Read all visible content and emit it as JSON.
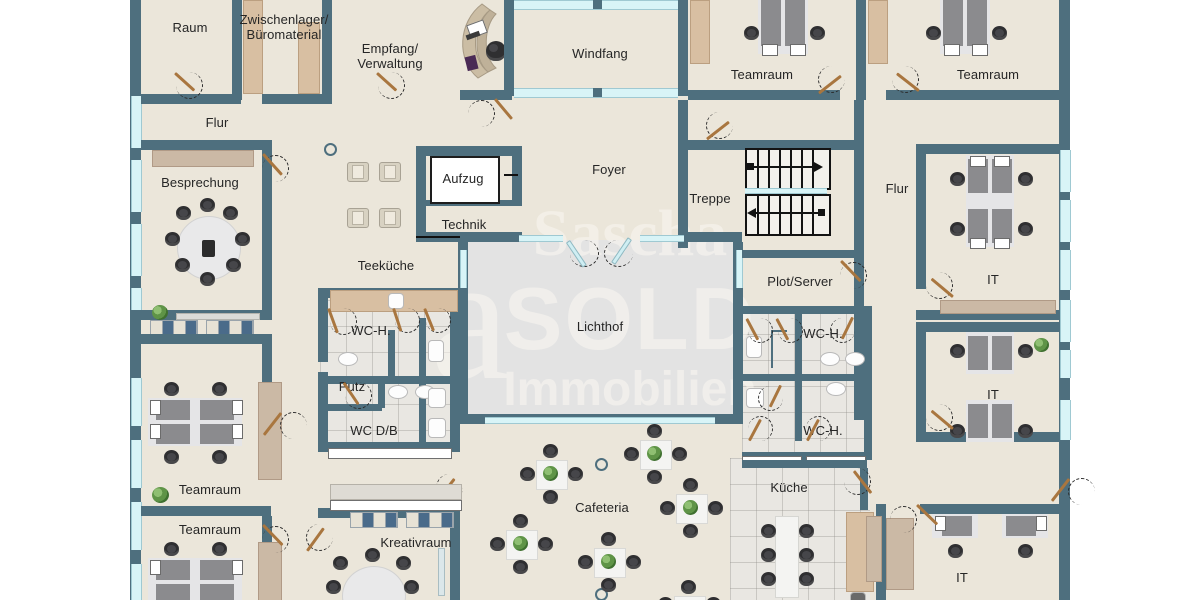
{
  "document": {
    "type": "floor-plan",
    "title": "Büro Grundriss",
    "watermark": {
      "line1": "Sascha",
      "line2": "SOLD",
      "line3": "Immobilien",
      "monogram": "a"
    }
  },
  "palette": {
    "wall": "#4e6f7e",
    "floor": "#ebe6da",
    "tile": "#e9e7e2",
    "courtyard": "#e3e3e3",
    "glass": "#d8f4f7",
    "door_leaf": "#a9763f",
    "chair": "#2f2f31",
    "cabinet": "#d8bfa2",
    "label_text": "#262626"
  },
  "rooms": [
    {
      "id": "raum",
      "label": "Raum"
    },
    {
      "id": "zwischenlager",
      "label": "Zwischenlager/\nBüromaterial"
    },
    {
      "id": "empfang",
      "label": "Empfang/\nVerwaltung"
    },
    {
      "id": "windfang",
      "label": "Windfang"
    },
    {
      "id": "teamraum-o1",
      "label": "Teamraum"
    },
    {
      "id": "teamraum-o2",
      "label": "Teamraum"
    },
    {
      "id": "flur-nord",
      "label": "Flur"
    },
    {
      "id": "besprechung",
      "label": "Besprechung"
    },
    {
      "id": "aufzug",
      "label": "Aufzug"
    },
    {
      "id": "technik",
      "label": "Technik"
    },
    {
      "id": "foyer",
      "label": "Foyer"
    },
    {
      "id": "treppe",
      "label": "Treppe"
    },
    {
      "id": "flur-ost",
      "label": "Flur"
    },
    {
      "id": "it-1",
      "label": "IT"
    },
    {
      "id": "teekueche",
      "label": "Teeküche"
    },
    {
      "id": "wc-h-west",
      "label": "WC-H."
    },
    {
      "id": "putz",
      "label": "Putz"
    },
    {
      "id": "wc-db",
      "label": "WC D/B"
    },
    {
      "id": "lichthof",
      "label": "Lichthof"
    },
    {
      "id": "plot-server",
      "label": "Plot/Server"
    },
    {
      "id": "wc-h-ost-1",
      "label": "WC-H."
    },
    {
      "id": "wc-h-ost-2",
      "label": "WC-H."
    },
    {
      "id": "it-2",
      "label": "IT"
    },
    {
      "id": "teamraum-w1",
      "label": "Teamraum"
    },
    {
      "id": "teamraum-w2",
      "label": "Teamraum"
    },
    {
      "id": "kreativraum",
      "label": "Kreativraum"
    },
    {
      "id": "cafeteria",
      "label": "Cafeteria"
    },
    {
      "id": "kueche",
      "label": "Küche"
    },
    {
      "id": "it-3",
      "label": "IT"
    }
  ],
  "labels": {
    "raum": "Raum",
    "zwischenlager_l1": "Zwischenlager/",
    "zwischenlager_l2": "Büromaterial",
    "empfang_l1": "Empfang/",
    "empfang_l2": "Verwaltung",
    "windfang": "Windfang",
    "teamraum_o1": "Teamraum",
    "teamraum_o2": "Teamraum",
    "flur_nord": "Flur",
    "besprechung": "Besprechung",
    "aufzug": "Aufzug",
    "technik": "Technik",
    "foyer": "Foyer",
    "treppe": "Treppe",
    "flur_ost": "Flur",
    "it_1": "IT",
    "teekueche": "Teeküche",
    "wc_h_west": "WC-H.",
    "putz": "Putz",
    "wc_db": "WC D/B",
    "lichthof": "Lichthof",
    "plot_server": "Plot/Server",
    "wc_h_ost_1": "WC-H.",
    "wc_h_ost_2": "WC-H.",
    "it_2": "IT",
    "teamraum_w1": "Teamraum",
    "teamraum_w2": "Teamraum",
    "kreativraum": "Kreativraum",
    "cafeteria": "Cafeteria",
    "kueche": "Küche",
    "it_3": "IT"
  },
  "counts": {
    "teamraum_rooms": 4,
    "it_rooms": 3,
    "cafeteria_tables": 8,
    "besprechung_seats": 8,
    "kueche_seats": 6,
    "wc_rooms": 4,
    "stair_flights": 2
  }
}
